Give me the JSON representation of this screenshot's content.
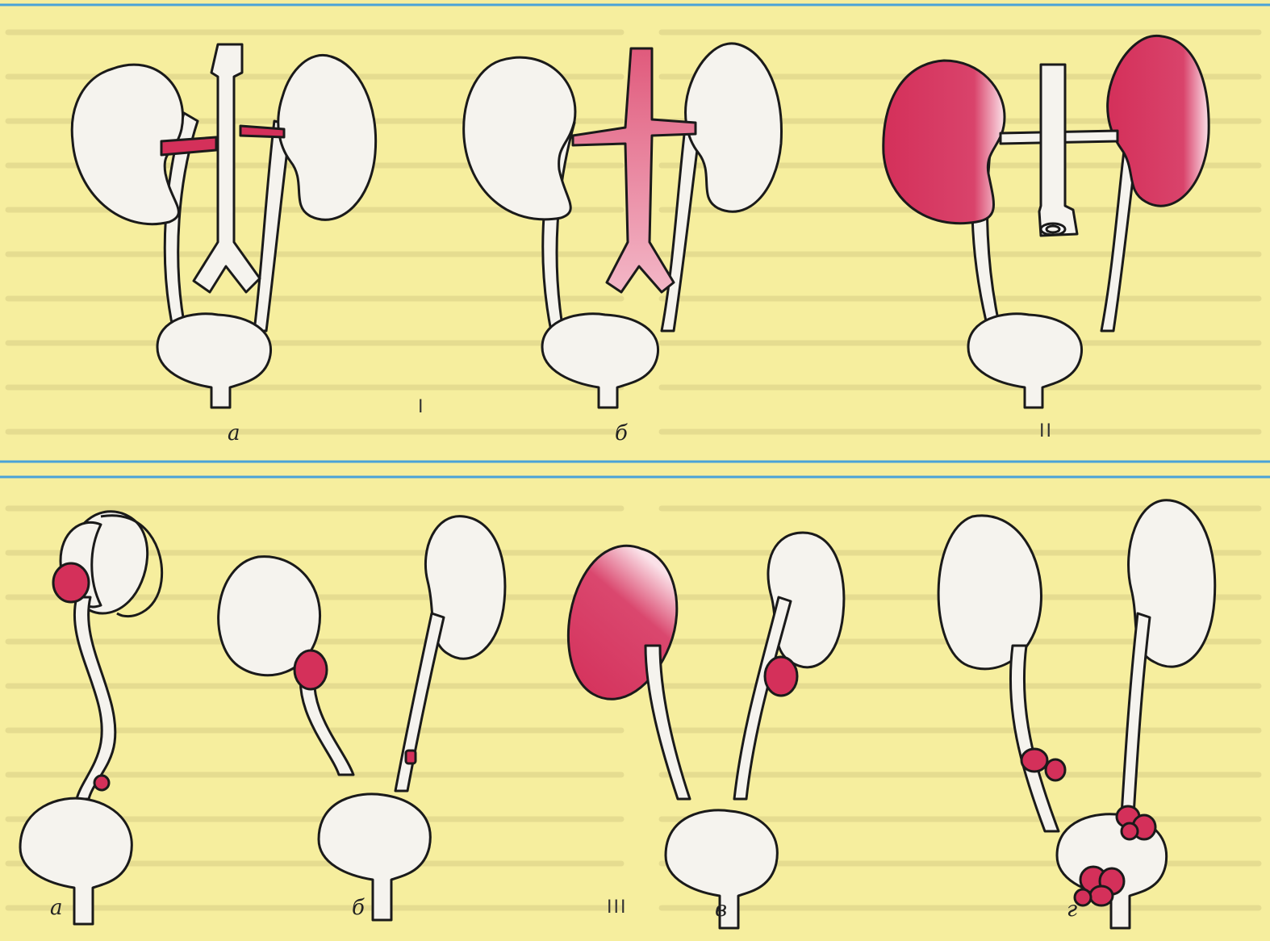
{
  "figure": {
    "section_I": {
      "roman": "I",
      "sub_a": "а",
      "sub_b": "б"
    },
    "section_II": {
      "roman": "II"
    },
    "section_III": {
      "roman": "III",
      "sub_a": "а",
      "sub_b": "б",
      "sub_v": "в",
      "sub_g": "г"
    }
  },
  "colors": {
    "background": "#f6ee9e",
    "organ_fill": "#f5f3ee",
    "outline": "#1a1a1a",
    "pathology": "#d4305a",
    "panel_divider": "#4aa3d8"
  }
}
